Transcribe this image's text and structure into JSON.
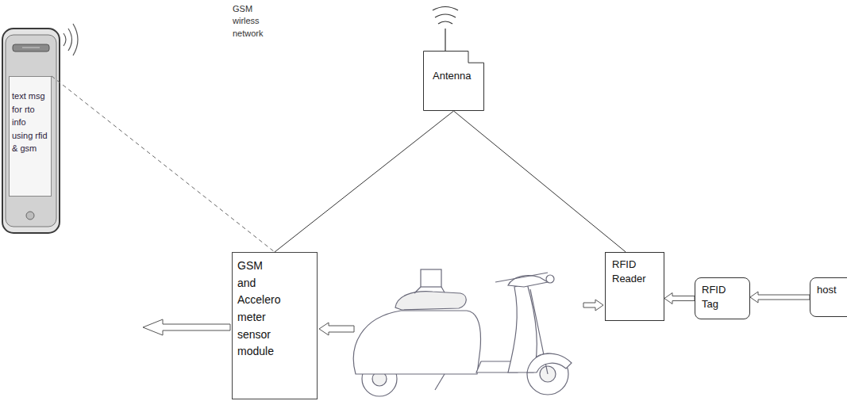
{
  "diagram": {
    "nodes": [
      {
        "text": [
          "text msg for rto info using rfid & gsm"
        ]
      },
      {
        "text": [
          "Antenna"
        ]
      },
      {
        "text": [
          "GSM and Accelero meter sensor module"
        ]
      },
      {
        "text": [
          "RFID Reader"
        ]
      },
      {
        "text": [
          "RFID Tag"
        ]
      },
      {
        "text": [
          "host"
        ]
      }
    ],
    "edges": [
      {
        "from": 0,
        "to": 2,
        "arrow": "none"
      },
      {
        "from": 1,
        "to": 2,
        "arrow": "none"
      },
      {
        "from": 1,
        "to": 3,
        "arrow": "none"
      },
      {
        "from": 4,
        "to": 3,
        "arrow": "to"
      },
      {
        "from": 5,
        "to": 4,
        "arrow": "to"
      }
    ],
    "labels": [
      "GSM wirless network"
    ]
  }
}
